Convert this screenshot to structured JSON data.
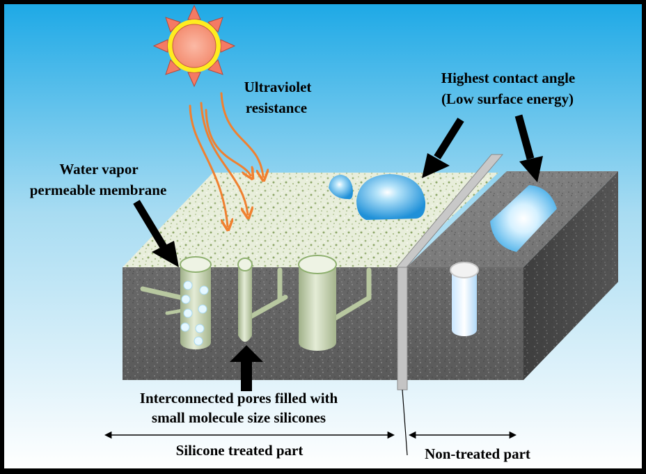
{
  "labels": {
    "uv_line1": "Ultraviolet",
    "uv_line2": "resistance",
    "contact_line1": "Highest contact angle",
    "contact_line2": "(Low surface energy)",
    "membrane_line1": "Water vapor",
    "membrane_line2": "permeable membrane",
    "pores_line1": "Interconnected pores filled with",
    "pores_line2": "small molecule size silicones",
    "treated": "Silicone treated part",
    "nontreated": "Non-treated part"
  },
  "colors": {
    "sky_top": "#1ea9e6",
    "sky_bottom": "#ffffff",
    "concrete": "#5f5f5f",
    "treated_surface": "#dfe8cc",
    "pore_green": "#c8d8b4",
    "water": "#34a6e6",
    "uv_ray": "#f08030",
    "sun": "#f8a48c",
    "sun_rays": "#f47a64",
    "sun_glow": "#ffec20"
  }
}
